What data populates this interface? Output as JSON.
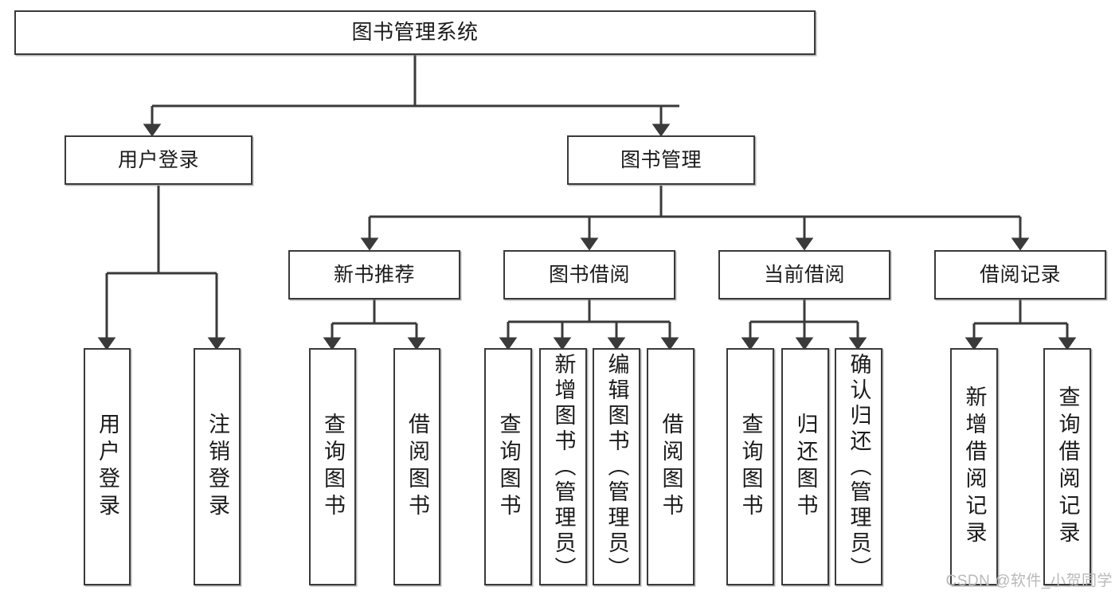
{
  "diagram": {
    "type": "tree-hierarchy",
    "title": "图书管理系统",
    "watermark": "CSDN @软件_小贺同学",
    "colors": {
      "box_border": "#3a3a3a",
      "box_fill": "#ffffff",
      "edge": "#3a3a3a",
      "text": "#1b1b1b",
      "watermark": "#b9b9b9"
    },
    "nodes": {
      "root": {
        "label": "图书管理系统"
      },
      "level2": [
        {
          "id": "user-login",
          "label": "用户登录"
        },
        {
          "id": "book-manage",
          "label": "图书管理"
        }
      ],
      "level3": [
        {
          "id": "new-book-recommend",
          "label": "新书推荐"
        },
        {
          "id": "book-borrow",
          "label": "图书借阅"
        },
        {
          "id": "current-borrow",
          "label": "当前借阅"
        },
        {
          "id": "borrow-record",
          "label": "借阅记录"
        }
      ],
      "leaves": {
        "user_login": [
          {
            "id": "leaf-user-login",
            "label": "用户登录"
          },
          {
            "id": "leaf-logout-login",
            "label": "注销登录"
          }
        ],
        "new_book_recommend": [
          {
            "id": "leaf-query-book-1",
            "label": "查询图书"
          },
          {
            "id": "leaf-borrow-book-1",
            "label": "借阅图书"
          }
        ],
        "book_borrow": [
          {
            "id": "leaf-query-book-2",
            "label": "查询图书"
          },
          {
            "id": "leaf-add-book",
            "label": "新增图书（管理员）"
          },
          {
            "id": "leaf-edit-book",
            "label": "编辑图书（管理员）"
          },
          {
            "id": "leaf-borrow-book-2",
            "label": "借阅图书"
          }
        ],
        "current_borrow": [
          {
            "id": "leaf-query-book-3",
            "label": "查询图书"
          },
          {
            "id": "leaf-return-book",
            "label": "归还图书"
          },
          {
            "id": "leaf-confirm-return",
            "label": "确认归还（管理员）"
          }
        ],
        "borrow_record": [
          {
            "id": "leaf-add-borrow-record",
            "label": "新增借阅记录"
          },
          {
            "id": "leaf-query-borrow-record",
            "label": "查询借阅记录"
          }
        ]
      }
    }
  }
}
